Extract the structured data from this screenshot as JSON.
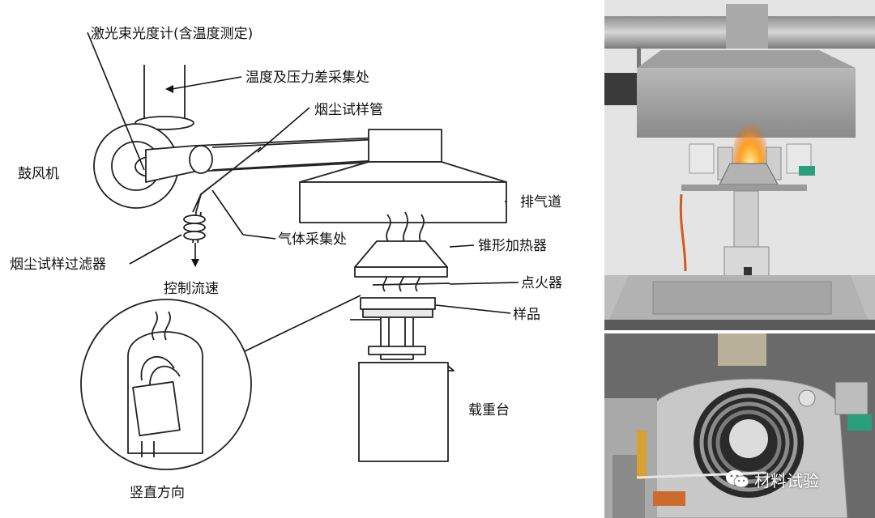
{
  "labels": {
    "laser": "激光束光度计(含温度测定)",
    "temp_pressure": "温度及压力差采集处",
    "smoke_tube": "烟尘试样管",
    "blower": "鼓风机",
    "exhaust": "排气道",
    "gas_sampling": "气体采集处",
    "cone_heater": "锥形加热器",
    "smoke_filter": "烟尘试样过滤器",
    "igniter": "点火器",
    "flow_control": "控制流速",
    "specimen": "样品",
    "load_cell": "载重台",
    "vertical": "竖直方向"
  },
  "watermark": {
    "text": "材料试验",
    "icon": "wechat-icon"
  }
}
